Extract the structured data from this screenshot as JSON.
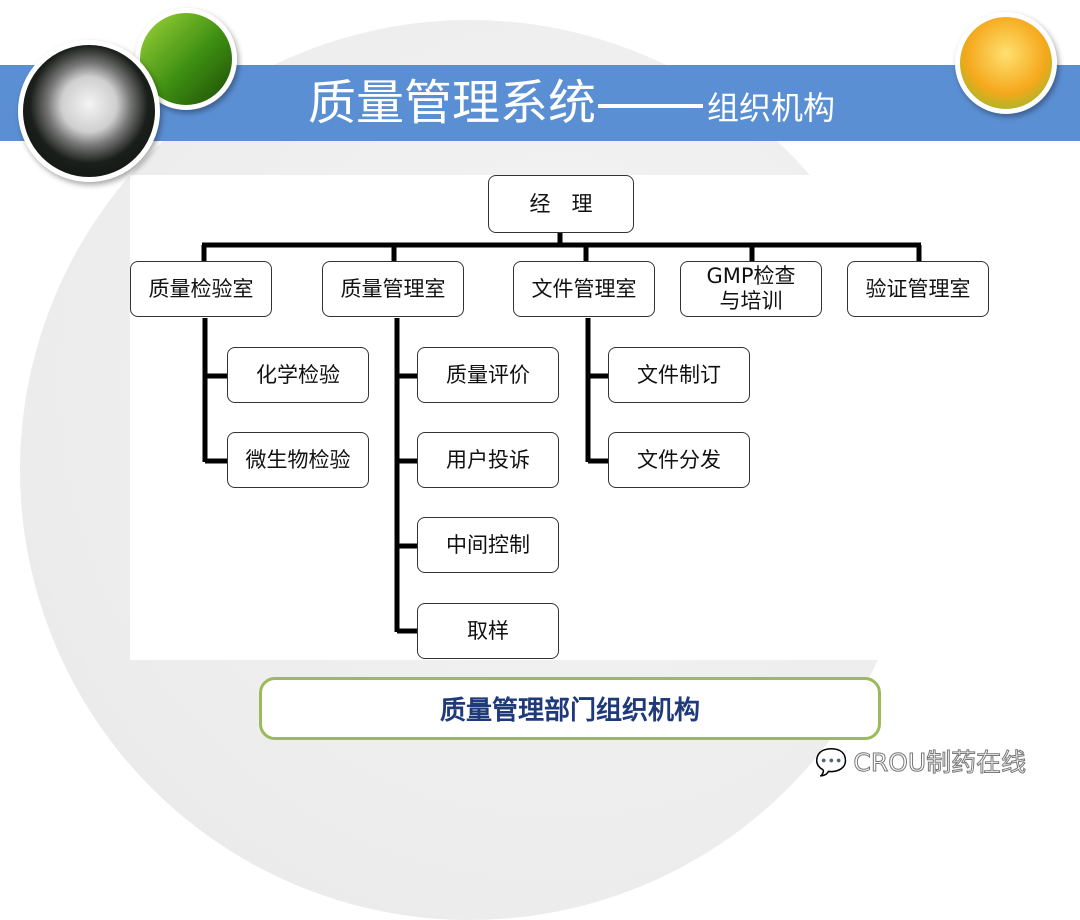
{
  "slide": {
    "title_main": "质量管理系统",
    "title_sub": "组织机构",
    "caption": "质量管理部门组织机构",
    "watermark": "CROU制药在线"
  },
  "org": {
    "root": "经　理",
    "departments": [
      {
        "label": "质量检验室",
        "children": [
          "化学检验",
          "微生物检验"
        ]
      },
      {
        "label": "质量管理室",
        "children": [
          "质量评价",
          "用户投诉",
          "中间控制",
          "取样"
        ]
      },
      {
        "label": "文件管理室",
        "children": [
          "文件制订",
          "文件分发"
        ]
      },
      {
        "label": "GMP检查\n与培训",
        "children": []
      },
      {
        "label": "验证管理室",
        "children": []
      }
    ]
  },
  "colors": {
    "band": "#5b8fd4",
    "caption_border": "#9bbb59",
    "caption_text": "#1f3a7a"
  }
}
